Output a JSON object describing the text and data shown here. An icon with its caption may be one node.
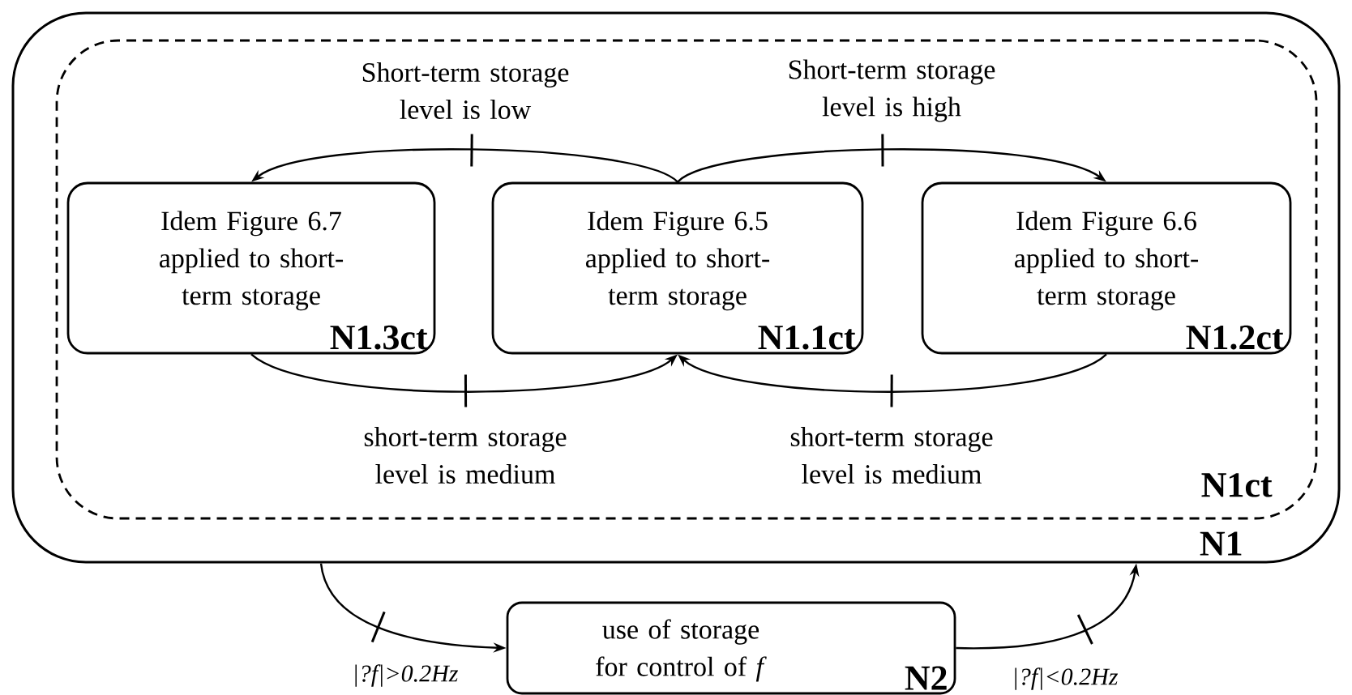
{
  "diagram": {
    "nodes": [
      {
        "text": [
          "N1"
        ]
      },
      {
        "text": [
          "N1ct"
        ],
        "in": 0
      },
      {
        "text": [
          "Idem Figure 6.7 applied to short-term storage",
          "N1.3ct"
        ],
        "in": 1
      },
      {
        "text": [
          "Idem Figure 6.5 applied to short-term storage",
          "N1.1ct"
        ],
        "in": 1
      },
      {
        "text": [
          "Idem Figure 6.6 applied to short-term storage",
          "N1.2ct"
        ],
        "in": 1
      },
      {
        "text": [
          "use of storage for control of *f*",
          "N2"
        ]
      }
    ],
    "edges": [
      {
        "from": 3,
        "to": 2,
        "arrow": "to",
        "label": "Short-term storage level is low"
      },
      {
        "from": 3,
        "to": 4,
        "arrow": "to",
        "label": "Short-term storage level is high"
      },
      {
        "from": 2,
        "to": 3,
        "arrow": "to",
        "label": "short-term storage level is medium"
      },
      {
        "from": 4,
        "to": 3,
        "arrow": "to",
        "label": "short-term storage level is medium"
      },
      {
        "from": 0,
        "to": 5,
        "arrow": "to",
        "label": "|?f|>0.2Hz"
      },
      {
        "from": 5,
        "to": 0,
        "arrow": "to",
        "label": "|?f|<0.2Hz"
      }
    ]
  }
}
